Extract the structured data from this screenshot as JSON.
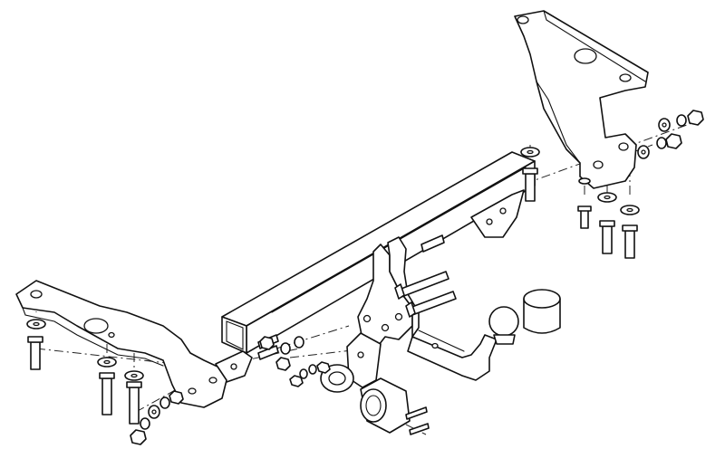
{
  "diagram": {
    "colors": {
      "line": "#111111",
      "background": "#ffffff"
    },
    "parts": [
      "crossbar",
      "left-bracket",
      "right-bracket",
      "center-mount-plate",
      "tow-ball-neck",
      "tow-ball",
      "ball-cover-cap",
      "socket-plate",
      "electrical-socket",
      "bolts",
      "washers",
      "nuts"
    ]
  }
}
